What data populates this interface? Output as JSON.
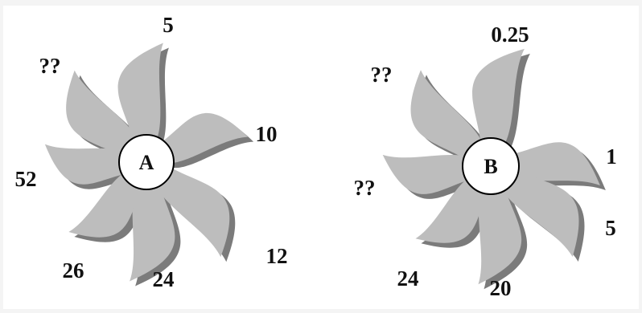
{
  "colors": {
    "petal_fill": "#bdbdbd",
    "petal_shadow": "#7b7b7b",
    "center_fill": "#ffffff",
    "background": "#ffffff"
  },
  "flowers": [
    {
      "id": "A",
      "center_label": "A",
      "labels": [
        "5",
        "10",
        "12",
        "24",
        "26",
        "52",
        "??"
      ]
    },
    {
      "id": "B",
      "center_label": "B",
      "labels": [
        "0.25",
        "1",
        "5",
        "20",
        "24",
        "??",
        "??"
      ]
    }
  ]
}
